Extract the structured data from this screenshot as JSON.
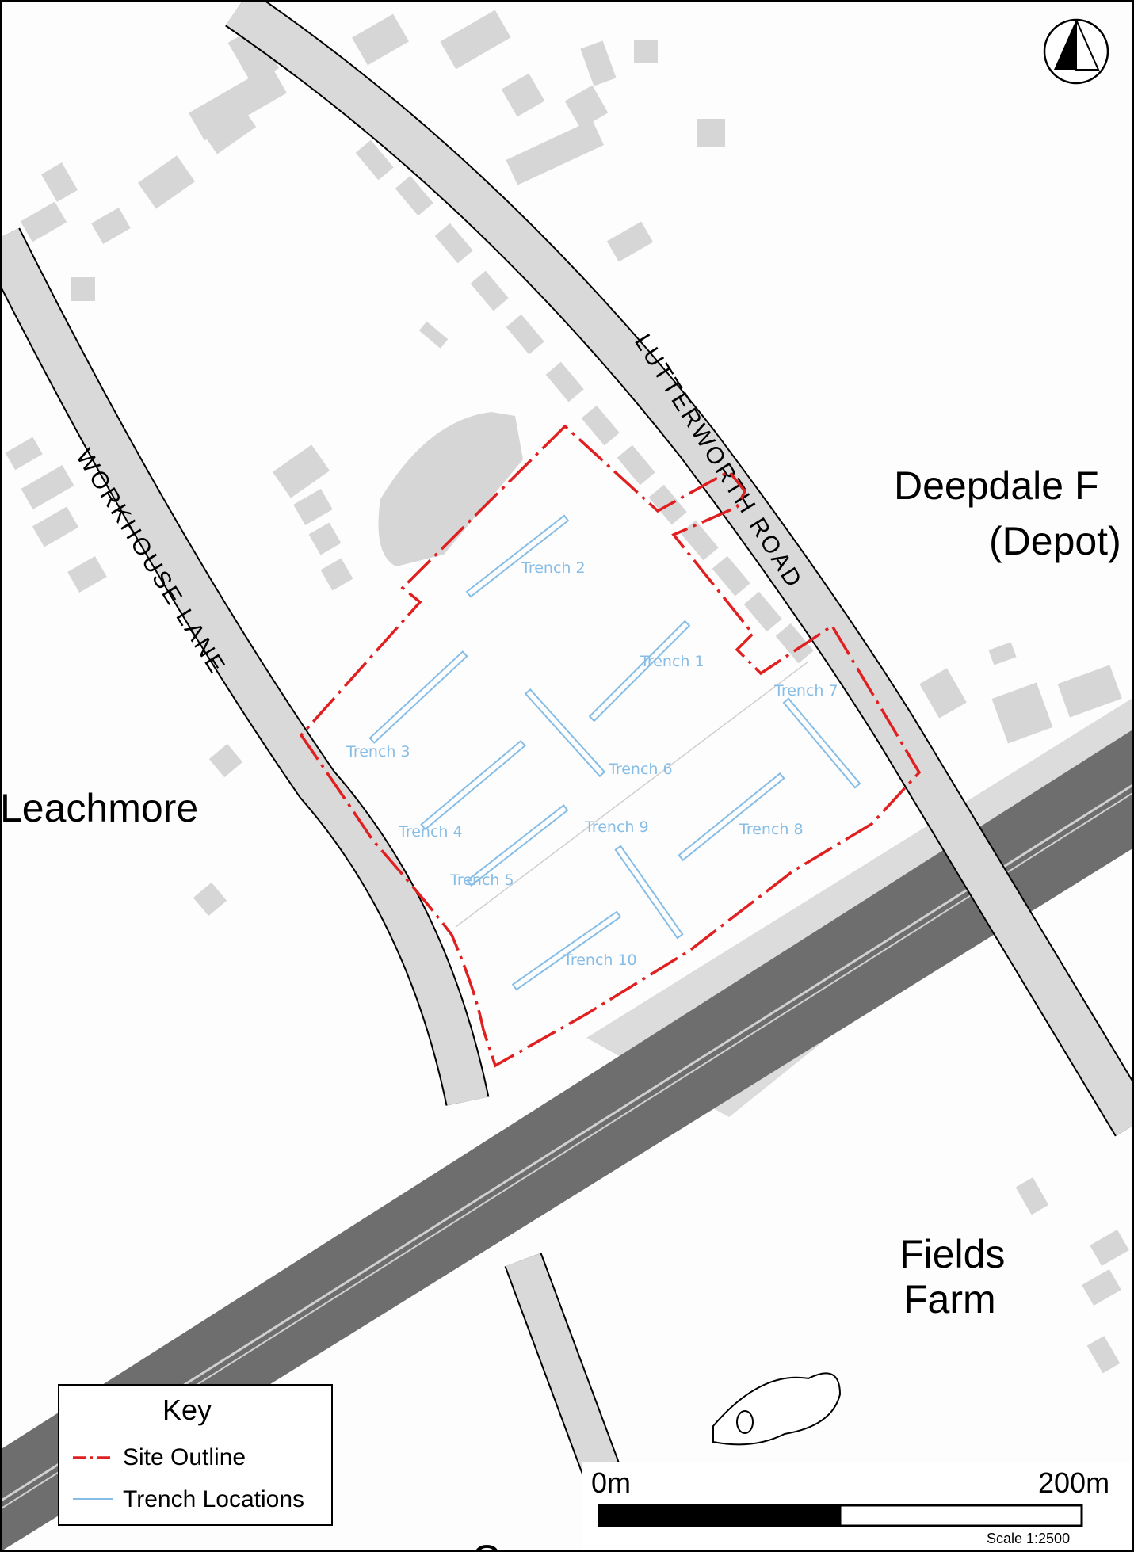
{
  "roads": {
    "lutterworth": "LUTTERWORTH ROAD",
    "workhouse": "WORKHOUSE LANE"
  },
  "places": {
    "deepdale_line1": "Deepdale F",
    "deepdale_line2": "(Depot)",
    "leachmore": "Leachmore",
    "fields_line1": "Fields",
    "fields_line2": "Farm",
    "bottom_partial": "Commor"
  },
  "trenches": [
    "Trench 1",
    "Trench 2",
    "Trench 3",
    "Trench 4",
    "Trench 5",
    "Trench 6",
    "Trench 7",
    "Trench 8",
    "Trench 9",
    "Trench 10"
  ],
  "legend": {
    "title": "Key",
    "site_outline": "Site Outline",
    "trench_locations": "Trench Locations"
  },
  "scale_bar": {
    "start": "0m",
    "end": "200m",
    "ratio": "Scale 1:2500"
  },
  "colors": {
    "site_outline": "#e02020",
    "trench": "#86bde6",
    "road_fill": "#d9d9d9",
    "building": "#d6d6d6",
    "motorway": "#6e6e6e"
  },
  "icons": {
    "north_arrow": "north-arrow-icon"
  }
}
